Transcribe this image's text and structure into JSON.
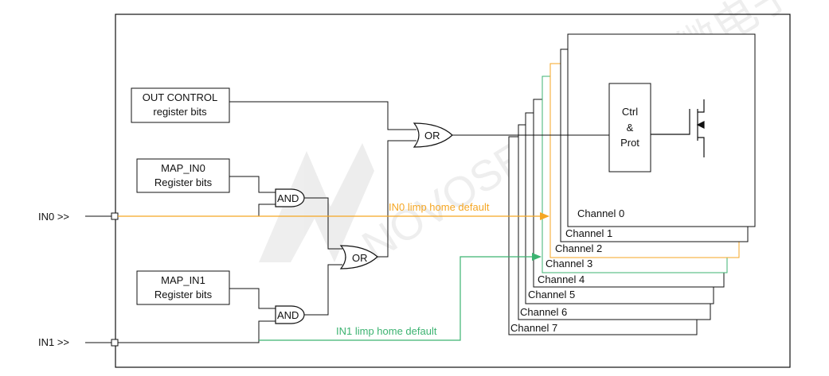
{
  "inputs": {
    "in0": "IN0 >>",
    "in1": "IN1 >>"
  },
  "blocks": {
    "out_control": [
      "OUT CONTROL",
      "register bits"
    ],
    "map_in0": [
      "MAP_IN0",
      "Register bits"
    ],
    "map_in1": [
      "MAP_IN1",
      "Register bits"
    ],
    "ctrl_prot": [
      "Ctrl",
      "&",
      "Prot"
    ]
  },
  "gates": {
    "and_top": "AND",
    "and_bottom": "AND",
    "or_middle": "OR",
    "or_top": "OR"
  },
  "limp_labels": {
    "in0": "IN0 limp home default",
    "in1": "IN1 limp home default"
  },
  "channels": [
    "Channel 0",
    "Channel 1",
    "Channel 2",
    "Channel 3",
    "Channel 4",
    "Channel 5",
    "Channel 6",
    "Channel 7"
  ],
  "watermark": "NOVOSENSE 纳芯微电子",
  "colors": {
    "in0_path": "#f5a623",
    "in1_path": "#3cb371",
    "line": "#111111"
  }
}
